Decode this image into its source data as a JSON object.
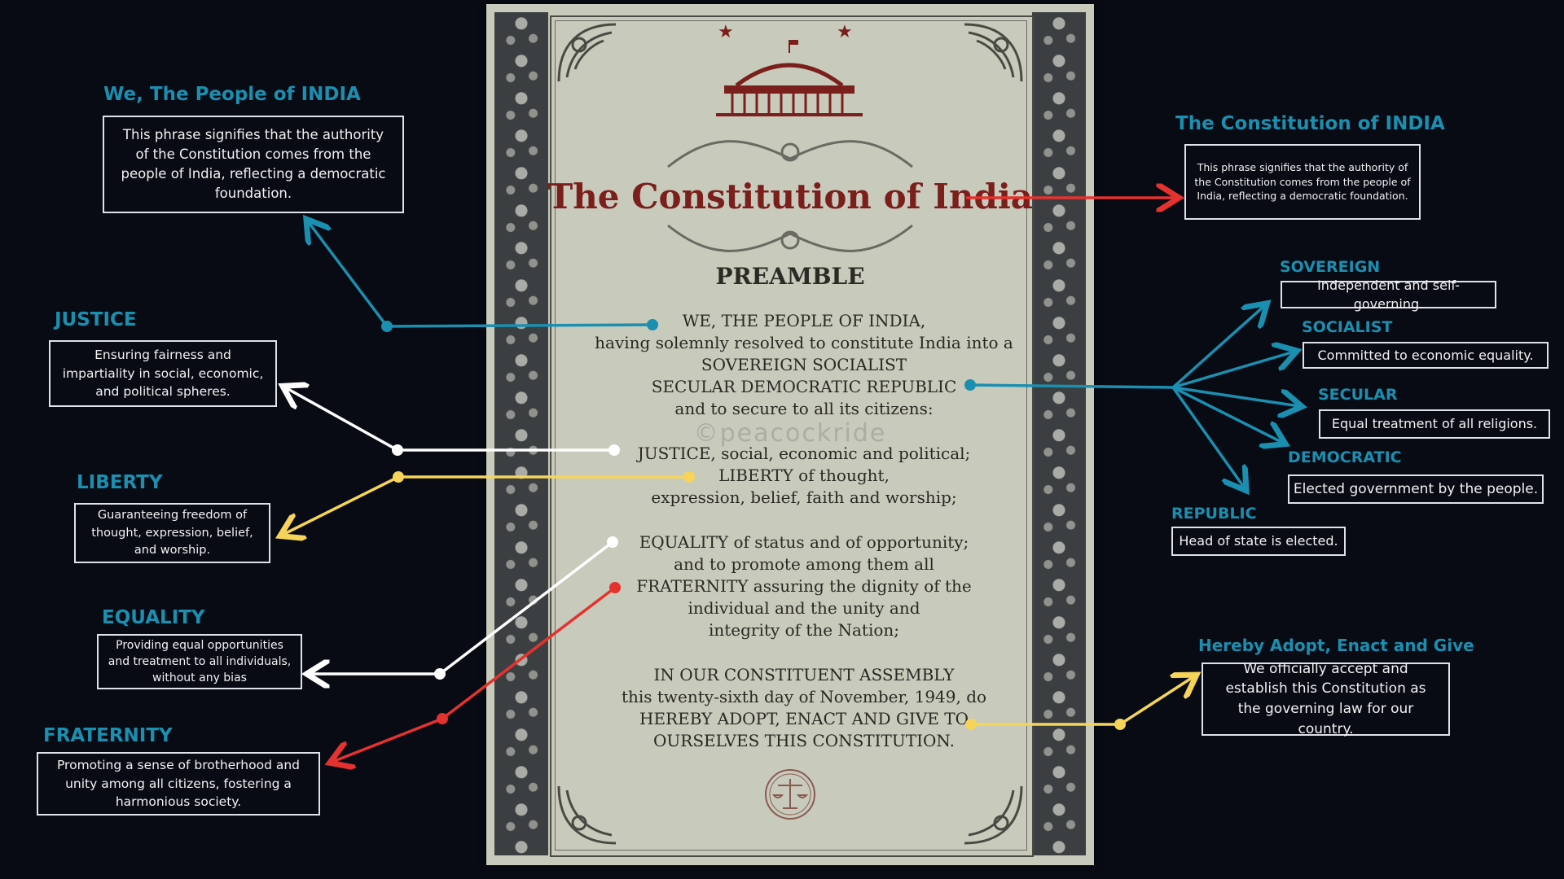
{
  "document": {
    "heading": "The Constitution of India",
    "subheading": "PREAMBLE",
    "watermark": "©peacockride",
    "lines": [
      "WE, THE PEOPLE OF INDIA,",
      "having solemnly resolved to constitute India into a",
      "SOVEREIGN SOCIALIST",
      "SECULAR DEMOCRATIC REPUBLIC",
      "and to secure to all its citizens:",
      "JUSTICE, social, economic and political;",
      "LIBERTY of thought,",
      "expression, belief, faith and worship;",
      "EQUALITY of status and of opportunity;",
      "and to promote among them all",
      "FRATERNITY assuring the dignity of the",
      "individual and the unity and",
      "integrity of the Nation;",
      "IN OUR CONSTITUENT ASSEMBLY",
      "this twenty-sixth day of November, 1949, do",
      "HEREBY ADOPT, ENACT AND GIVE TO",
      "OURSELVES THIS CONSTITUTION."
    ]
  },
  "annotations": {
    "people": {
      "title": "We, The People of INDIA",
      "text": "This phrase signifies that the authority of the Constitution comes from the people of India, reflecting a democratic foundation."
    },
    "constitution": {
      "title": "The Constitution of INDIA",
      "text": "This phrase signifies that the authority of the Constitution comes from the people of India, reflecting a democratic foundation."
    },
    "justice": {
      "title": "JUSTICE",
      "text": "Ensuring fairness and impartiality in social, economic, and political spheres."
    },
    "liberty": {
      "title": "LIBERTY",
      "text": "Guaranteeing freedom of thought, expression, belief, and worship."
    },
    "equality": {
      "title": "EQUALITY",
      "text": "Providing equal opportunities and treatment to all individuals, without any bias"
    },
    "fraternity": {
      "title": "FRATERNITY",
      "text": "Promoting a sense of brotherhood and unity among all citizens, fostering a harmonious society."
    },
    "sovereign": {
      "title": "SOVEREIGN",
      "text": "Independent and self-governing."
    },
    "socialist": {
      "title": "SOCIALIST",
      "text": "Committed to economic equality."
    },
    "secular": {
      "title": "SECULAR",
      "text": "Equal treatment of all religions."
    },
    "democratic": {
      "title": "DEMOCRATIC",
      "text": "Elected government by the people."
    },
    "republic": {
      "title": "REPUBLIC",
      "text": "Head of state is elected."
    },
    "adopt": {
      "title": "Hereby Adopt, Enact and Give",
      "text": "We officially accept and establish this Constitution as the governing law for our country."
    }
  },
  "colors": {
    "background": "#080b14",
    "teal": "#1b8fb0",
    "red": "#e4322f",
    "yellow": "#f6d45a",
    "white": "#ffffff",
    "parchment": "#c8cabb",
    "maroon": "#7a1f1c"
  }
}
